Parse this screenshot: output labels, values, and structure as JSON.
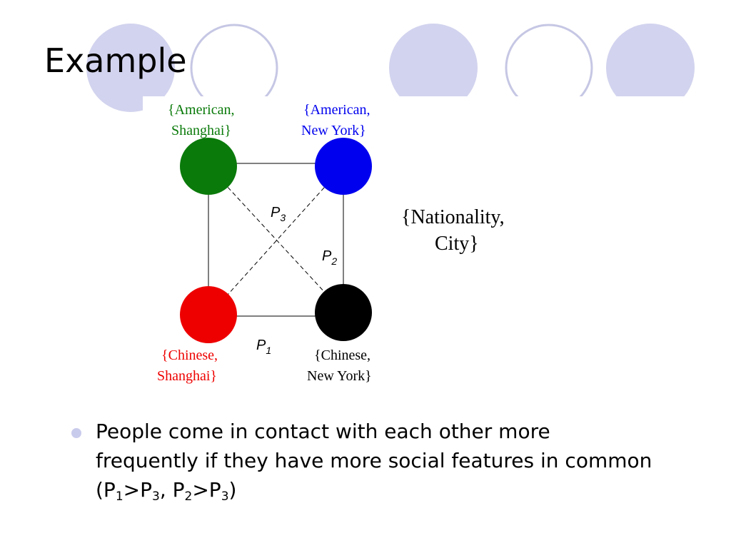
{
  "slide": {
    "title": "Example"
  },
  "colors": {
    "deco_fill": "#d2d3ee",
    "deco_stroke": "#c6c7e4",
    "bullet": "#c9cbec",
    "green": "#0a7a0a",
    "blue": "#0000ee",
    "red": "#ee0000",
    "black": "#000000"
  },
  "diagram": {
    "nodes": [
      {
        "id": "american-shanghai",
        "color": "#0a7a0a",
        "label_line1": "{American,",
        "label_line2": "Shanghai}"
      },
      {
        "id": "american-new-york",
        "color": "#0000ee",
        "label_line1": "{American,",
        "label_line2": "New York}"
      },
      {
        "id": "chinese-shanghai",
        "color": "#ee0000",
        "label_line1": "{Chinese,",
        "label_line2": "Shanghai}"
      },
      {
        "id": "chinese-new-york",
        "color": "#000000",
        "label_line1": "{Chinese,",
        "label_line2": "New York}"
      }
    ],
    "edge_labels": {
      "p1": {
        "letter": "P",
        "sub": "1"
      },
      "p2": {
        "letter": "P",
        "sub": "2"
      },
      "p3": {
        "letter": "P",
        "sub": "3"
      }
    },
    "feature_set": {
      "line1": "{Nationality,",
      "line2": "City}"
    }
  },
  "bullet": {
    "text_part1": "People come in contact with each other more frequently if they have more social features in common (P",
    "sub1": "1",
    "text_part2": ">P",
    "sub2": "3",
    "text_part3": ", P",
    "sub3": "2",
    "text_part4": ">P",
    "sub4": "3",
    "text_part5": ")"
  }
}
